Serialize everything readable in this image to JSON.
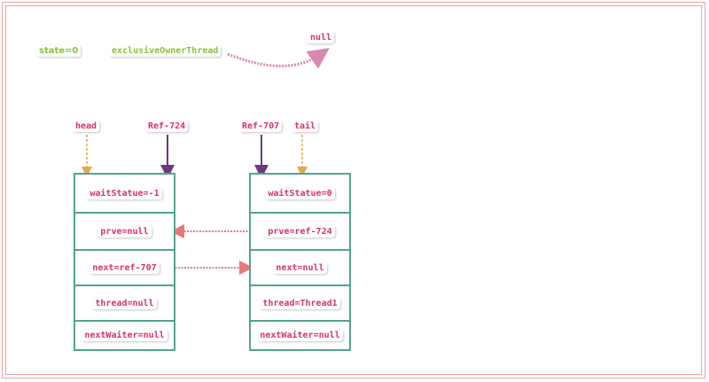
{
  "state": "state=0",
  "owner": {
    "label": "exclusiveOwnerThread",
    "target": "null"
  },
  "pointers": {
    "head": "head",
    "ref_724": "Ref-724",
    "ref_707": "Ref-707",
    "tail": "tail"
  },
  "nodes": [
    {
      "fields": [
        "waitStatue=-1",
        "prve=null",
        "next=ref-707",
        "thread=null",
        "nextWaiter=null"
      ]
    },
    {
      "fields": [
        "waitStatue=0",
        "prve=ref-724",
        "next=null",
        "thread=Thread1",
        "nextWaiter=null"
      ]
    }
  ],
  "colors": {
    "pink_text": "#d6336c",
    "green_text": "#8fbf3a",
    "node_border": "#52a393",
    "orange_arrow": "#e2a94e",
    "purple_arrow": "#6b3a7a",
    "link_arrow": "#e67a7a",
    "owner_arrow": "#d889b2",
    "frame": "#e6a3a3"
  }
}
